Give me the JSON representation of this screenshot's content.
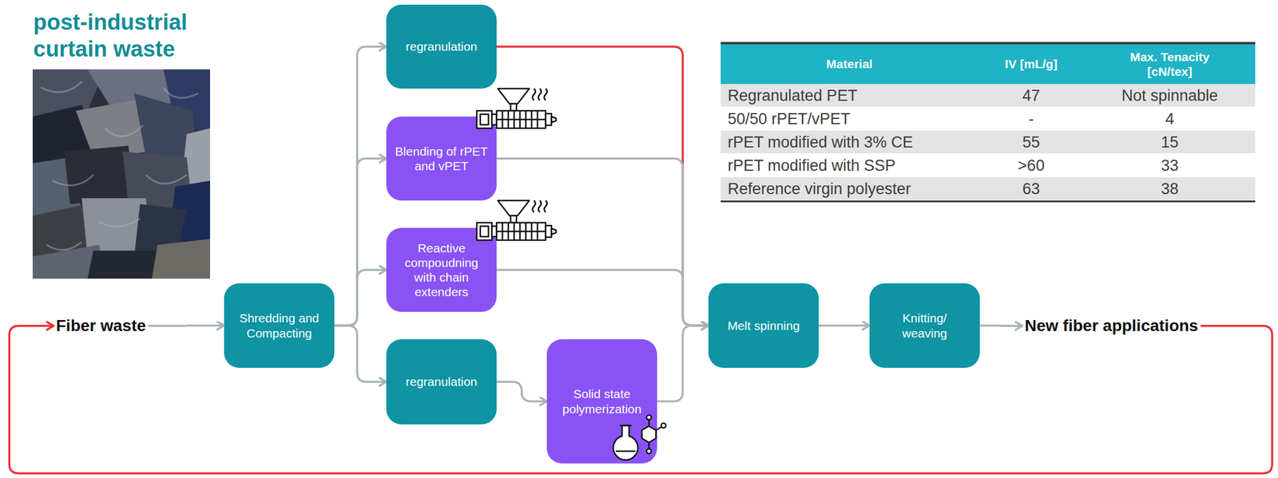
{
  "diagram": {
    "title": "post-industrial curtain waste",
    "nodes": [
      {
        "text": [
          "Fiber waste"
        ]
      },
      {
        "text": [
          "Shredding and Compacting"
        ]
      },
      {
        "text": [
          "regranulation"
        ]
      },
      {
        "text": [
          "Blending of rPET and vPET"
        ]
      },
      {
        "text": [
          "Reactive compoudning with chain extenders"
        ]
      },
      {
        "text": [
          "regranulation"
        ]
      },
      {
        "text": [
          "Solid state polymerization"
        ]
      },
      {
        "text": [
          "Melt spinning"
        ]
      },
      {
        "text": [
          "Knitting/ weaving"
        ]
      },
      {
        "text": [
          "New fiber applications"
        ]
      }
    ],
    "edges": [
      {
        "from": 0,
        "to": 1,
        "arrow": "to"
      },
      {
        "from": 1,
        "to": 2,
        "arrow": "to"
      },
      {
        "from": 1,
        "to": 3,
        "arrow": "to"
      },
      {
        "from": 1,
        "to": 4,
        "arrow": "to"
      },
      {
        "from": 1,
        "to": 5,
        "arrow": "to"
      },
      {
        "from": 2,
        "to": 7,
        "arrow": "to"
      },
      {
        "from": 3,
        "to": 7,
        "arrow": "to"
      },
      {
        "from": 4,
        "to": 7,
        "arrow": "to"
      },
      {
        "from": 5,
        "to": 6,
        "arrow": "to"
      },
      {
        "from": 6,
        "to": 7,
        "arrow": "to"
      },
      {
        "from": 7,
        "to": 8,
        "arrow": "to"
      },
      {
        "from": 8,
        "to": 9,
        "arrow": "to"
      },
      {
        "from": 9,
        "to": 0,
        "arrow": "to"
      }
    ],
    "labels": [
      "Material",
      "IV [mL/g]",
      "Max. Tenacity [cN/tex]",
      "Regranulated PET",
      "47",
      "Not spinnable",
      "50/50 rPET/vPET",
      "-",
      "4",
      "rPET modified with 3% CE",
      "55",
      "15",
      "rPET modified with SSP",
      ">60",
      "33",
      "Reference virgin polyester",
      "63",
      "38"
    ]
  }
}
